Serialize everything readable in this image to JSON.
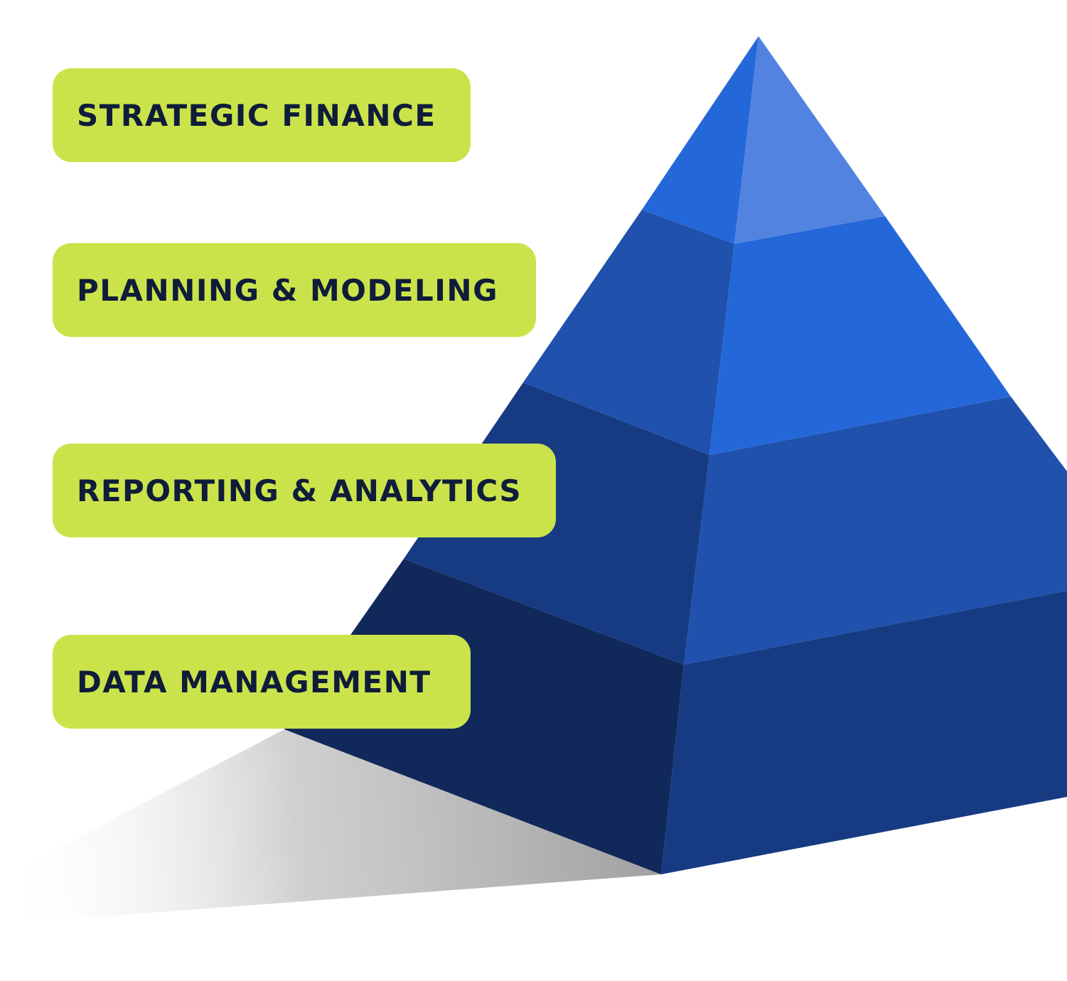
{
  "colors": {
    "label_background": "#cbe34b",
    "label_text": "#0f1c3a",
    "apex_right": "#5283e0",
    "tier_light": "#2467d9",
    "tier_mid": "#1f51ad",
    "tier_dark": "#173b82",
    "tier_darkest": "#10295a",
    "shadow": "#a8a8a8"
  },
  "tiers": [
    {
      "label": "STRATEGIC FINANCE"
    },
    {
      "label": "PLANNING & MODELING"
    },
    {
      "label": "REPORTING & ANALYTICS"
    },
    {
      "label": "DATA MANAGEMENT"
    }
  ]
}
